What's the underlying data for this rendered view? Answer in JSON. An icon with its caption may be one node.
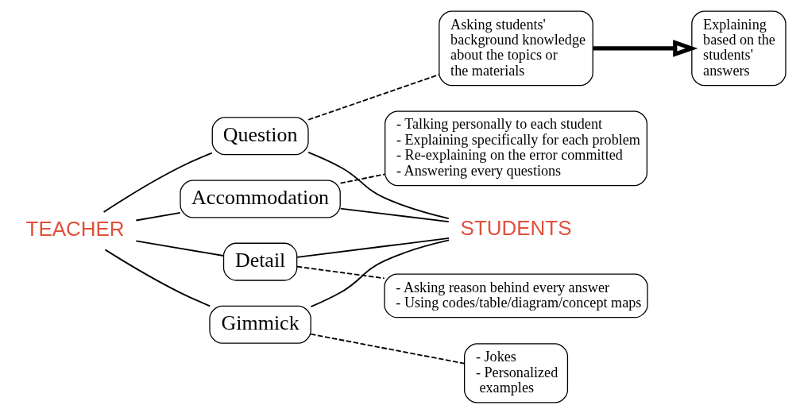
{
  "diagram": {
    "nodes": [
      {
        "text": [
          "TEACHER"
        ]
      },
      {
        "text": [
          "Accommodation"
        ]
      },
      {
        "text": [
          "Question"
        ]
      },
      {
        "text": [
          "Detail"
        ]
      },
      {
        "text": [
          "Gimmick"
        ]
      },
      {
        "text": [
          "STUDENTS"
        ]
      },
      {
        "text": [
          "- Talking personally to each student",
          "- Explaining specifically for each problem",
          "- Re-explaining on the error committed",
          "- Answering every questions"
        ]
      },
      {
        "text": [
          "Asking students' background knowledge about the topics or the materials"
        ]
      },
      {
        "text": [
          "Explaining based on the students' answers"
        ]
      },
      {
        "text": [
          "- Asking reason behind every answer",
          "- Using codes/table/diagram/concept maps"
        ]
      },
      {
        "text": [
          "- Jokes",
          "- Personalized examples"
        ]
      }
    ],
    "edges": [
      {
        "from": 0,
        "to": 1,
        "arrow": "none"
      },
      {
        "from": 0,
        "to": 2,
        "arrow": "none"
      },
      {
        "from": 0,
        "to": 3,
        "arrow": "none"
      },
      {
        "from": 0,
        "to": 4,
        "arrow": "none"
      },
      {
        "from": 1,
        "to": 5,
        "arrow": "none"
      },
      {
        "from": 2,
        "to": 5,
        "arrow": "none"
      },
      {
        "from": 3,
        "to": 5,
        "arrow": "none"
      },
      {
        "from": 4,
        "to": 5,
        "arrow": "none"
      },
      {
        "from": 1,
        "to": 6,
        "arrow": "none",
        "style": "dashed"
      },
      {
        "from": 2,
        "to": 7,
        "arrow": "none",
        "style": "dashed"
      },
      {
        "from": 3,
        "to": 9,
        "arrow": "none",
        "style": "dashed"
      },
      {
        "from": 4,
        "to": 10,
        "arrow": "none",
        "style": "dashed"
      },
      {
        "from": 7,
        "to": 8,
        "arrow": "to",
        "style": "thick"
      }
    ]
  }
}
